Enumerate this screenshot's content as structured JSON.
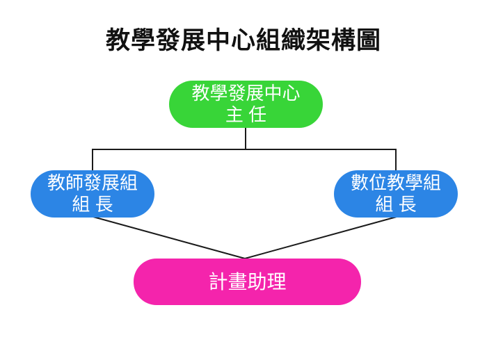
{
  "title": "教學發展中心組織架構圖",
  "colors": {
    "director": "#38d538",
    "group": "#2c85e5",
    "assistant": "#f424ac",
    "line": "#1a1a1a",
    "node_text": "#ffffff",
    "title_text": "#111111"
  },
  "nodes": {
    "director": {
      "line1": "教學發展中心",
      "line2": "主 任"
    },
    "teacher_group": {
      "line1": "教師發展組",
      "line2": "組 長"
    },
    "digital_group": {
      "line1": "數位教學組",
      "line2": "組 長"
    },
    "assistant": {
      "line1": "計畫助理"
    }
  },
  "edges": [
    {
      "from": "director",
      "to": "teacher_group"
    },
    {
      "from": "director",
      "to": "digital_group"
    },
    {
      "from": "teacher_group",
      "to": "assistant"
    },
    {
      "from": "digital_group",
      "to": "assistant"
    }
  ]
}
